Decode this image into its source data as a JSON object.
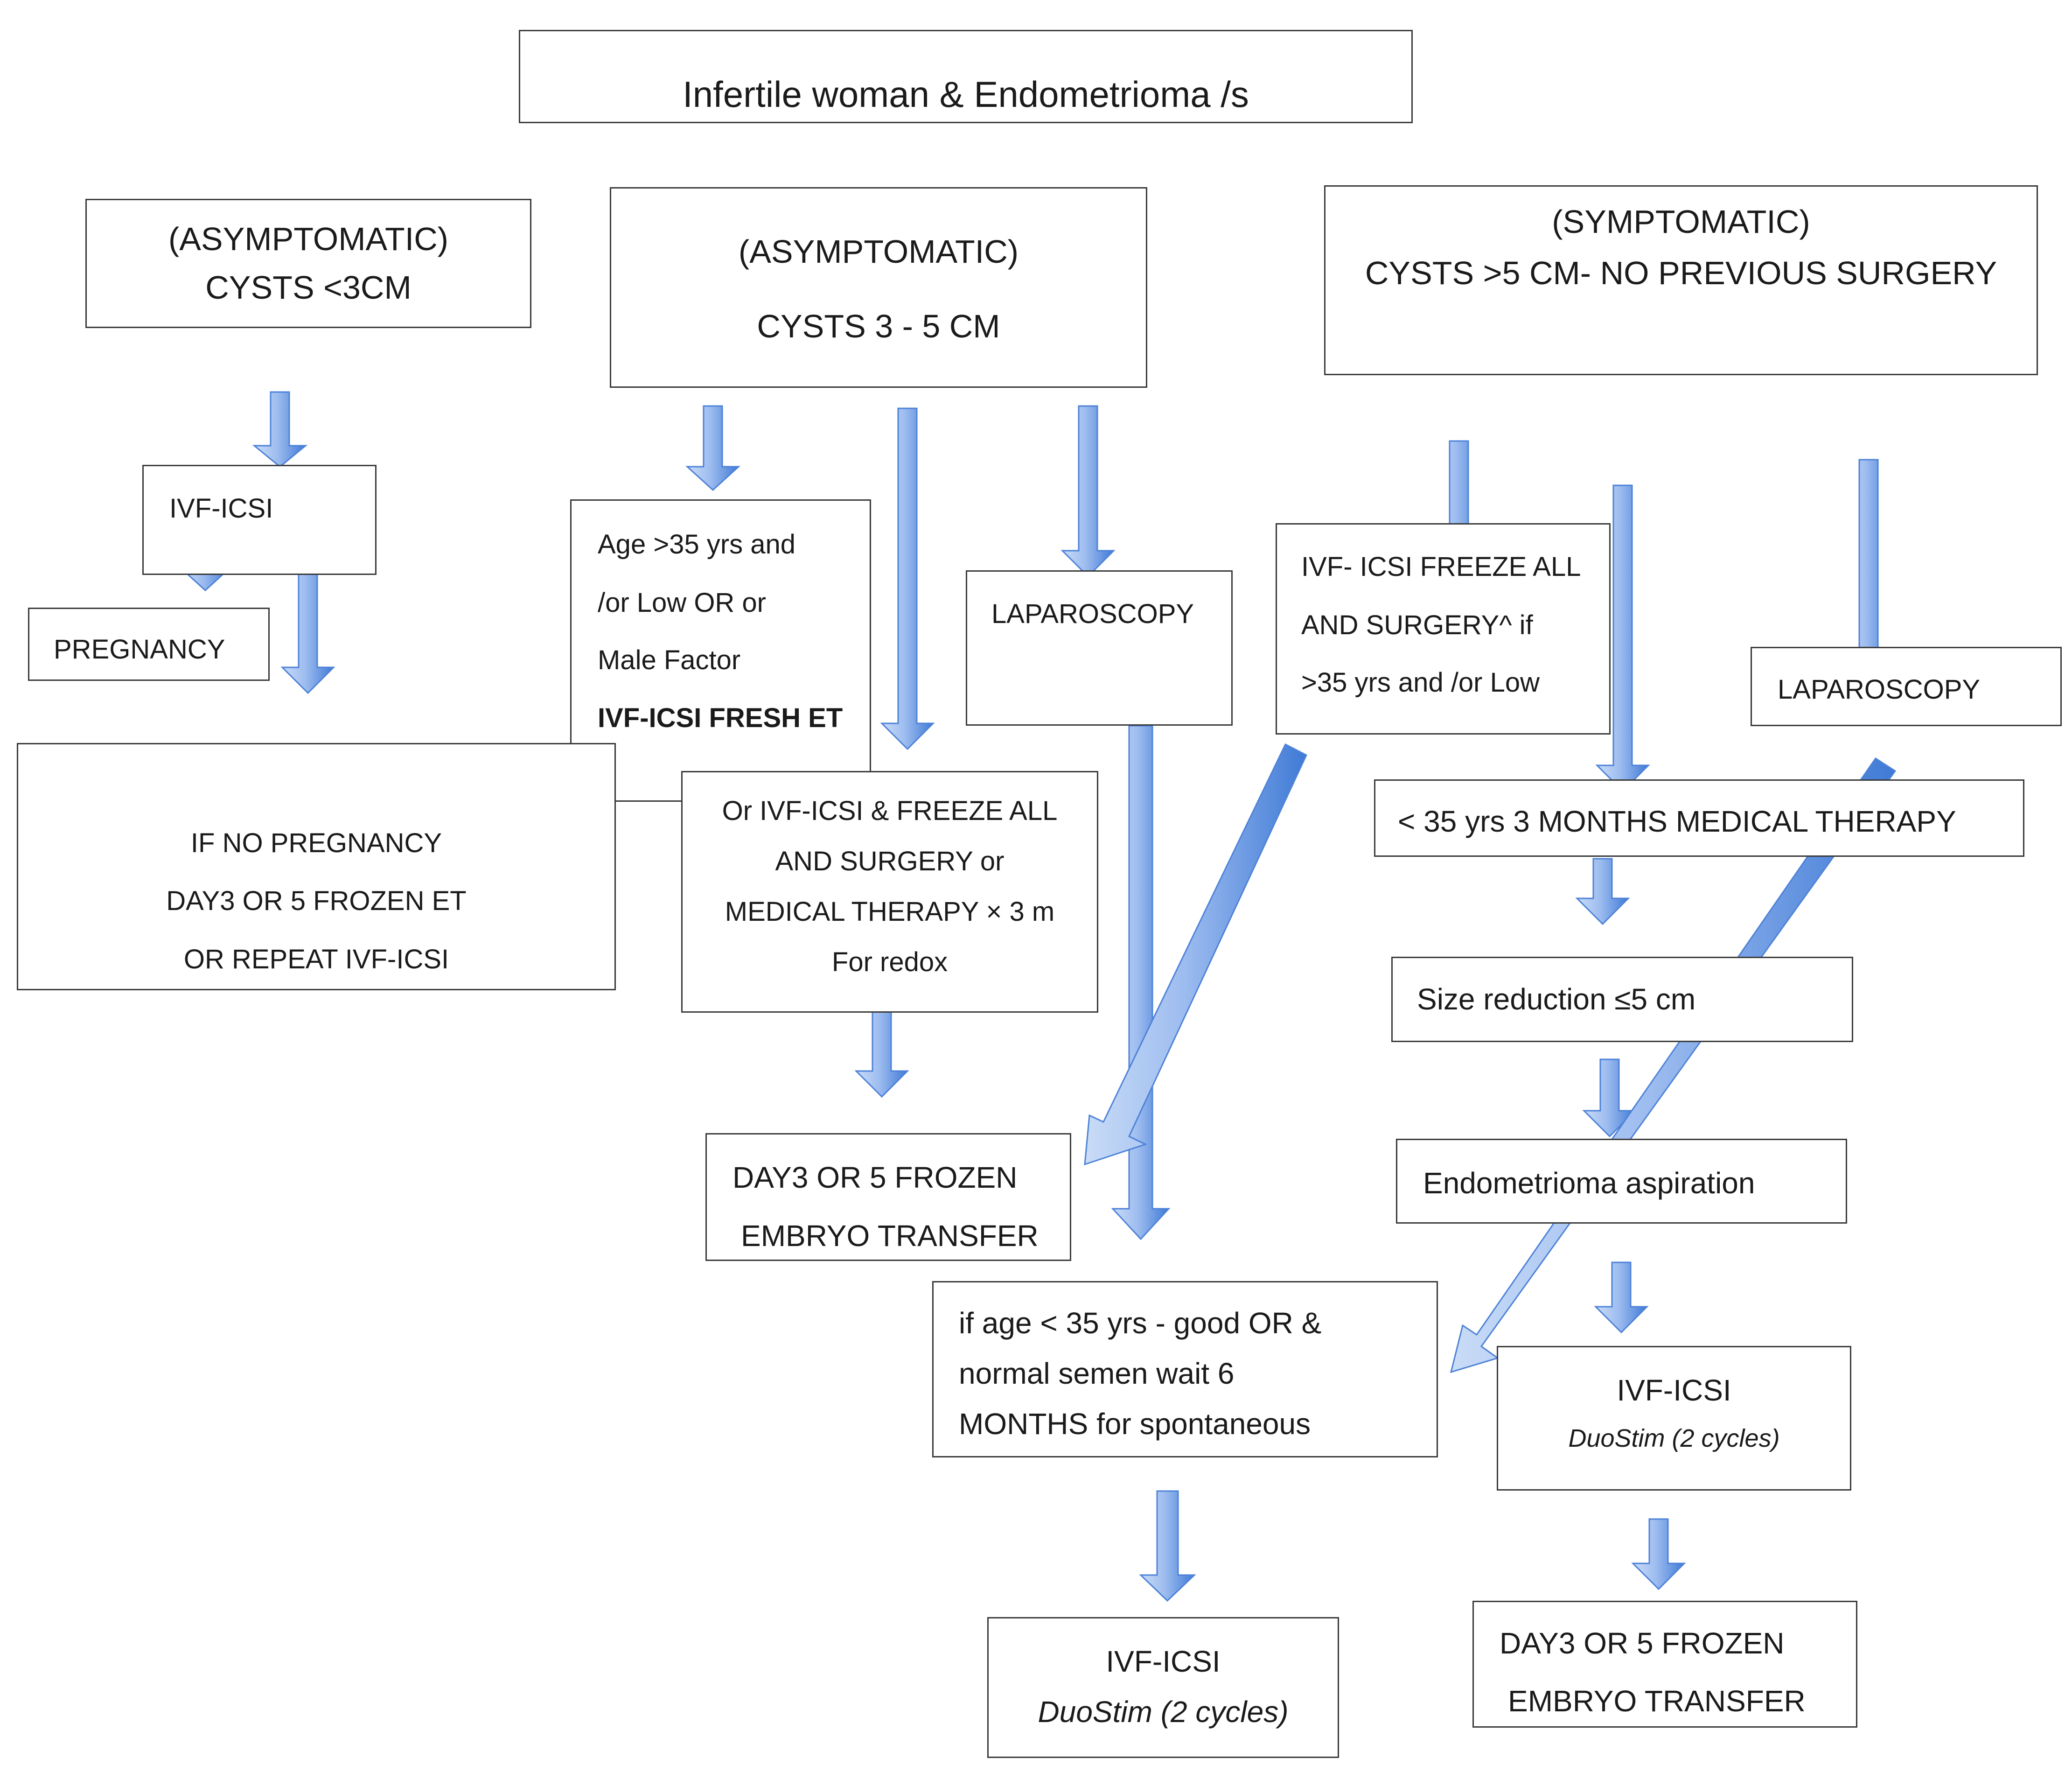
{
  "boxes": {
    "title": "Infertile woman & Endometrioma /s",
    "asym_small": {
      "line1": "(ASYMPTOMATIC)",
      "line2": "CYSTS <3CM"
    },
    "asym_mid": {
      "line1": "(ASYMPTOMATIC)",
      "line2": "CYSTS 3 - 5 CM"
    },
    "sym_large": {
      "line1": "(SYMPTOMATIC)",
      "line2": "CYSTS >5 CM- NO PREVIOUS SURGERY"
    },
    "ivf_icsi_left": "IVF-ICSI",
    "pregnancy": "PREGNANCY",
    "no_pregnancy": {
      "line1": "IF NO PREGNANCY",
      "line2": "DAY3 OR 5 FROZEN ET",
      "line3": "OR REPEAT IVF-ICSI"
    },
    "age_over_35": {
      "line1": "Age >35 yrs and",
      "line2": "/or Low OR or",
      "line3": "Male Factor",
      "line4": "IVF-ICSI FRESH ET"
    },
    "freeze_all_mid": {
      "line1": "Or IVF-ICSI & FREEZE ALL",
      "line2": "AND SURGERY or",
      "line3": "MEDICAL THERAPY × 3 m",
      "line4": "For redox"
    },
    "laparoscopy_mid": "LAPAROSCOPY",
    "freeze_all_right": {
      "line1": "IVF- ICSI FREEZE ALL",
      "line2": "AND SURGERY^ if",
      "line3": ">35 yrs and /or Low"
    },
    "laparoscopy_right": "LAPAROSCOPY",
    "medical_therapy": "< 35 yrs 3 MONTHS MEDICAL THERAPY",
    "size_reduction": "Size reduction ≤5 cm",
    "aspiration": "Endometrioma aspiration",
    "frozen_transfer_mid": {
      "line1": "DAY3 OR 5 FROZEN",
      "line2": "EMBRYO TRANSFER"
    },
    "wait_spontaneous": {
      "line1": "if  age < 35 yrs - good OR &",
      "line2": "normal semen wait 6",
      "line3": "MONTHS for spontaneous"
    },
    "ivf_duostim_right": {
      "line1": "IVF-ICSI",
      "line2": "DuoStim (2 cycles)"
    },
    "ivf_duostim_bottom": {
      "line1": "IVF-ICSI",
      "line2": "DuoStim (2 cycles)"
    },
    "frozen_transfer_right": {
      "line1": "DAY3 OR 5 FROZEN",
      "line2": "EMBRYO TRANSFER"
    }
  },
  "colors": {
    "arrow_light": "#bcd3f5",
    "arrow_dark": "#3f7ad6",
    "border": "#3a3a3a"
  }
}
